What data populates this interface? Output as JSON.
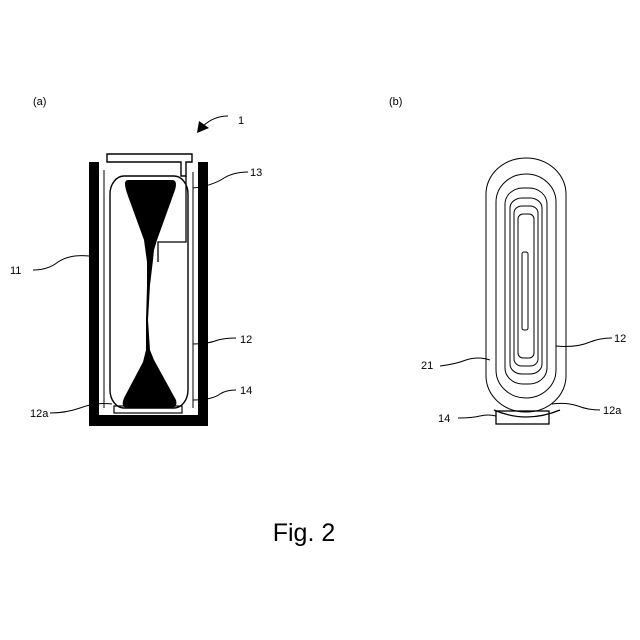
{
  "figure": {
    "caption": "Fig. 2",
    "panel_a": {
      "tag": "(a)",
      "label_1": "1",
      "label_11": "11",
      "label_12": "12",
      "label_12a": "12a",
      "label_13": "13",
      "label_14": "14"
    },
    "panel_b": {
      "tag": "(b)",
      "label_12": "12",
      "label_12a": "12a",
      "label_14": "14",
      "label_21": "21"
    }
  },
  "colors": {
    "ink": "#000000",
    "paper": "#ffffff"
  }
}
